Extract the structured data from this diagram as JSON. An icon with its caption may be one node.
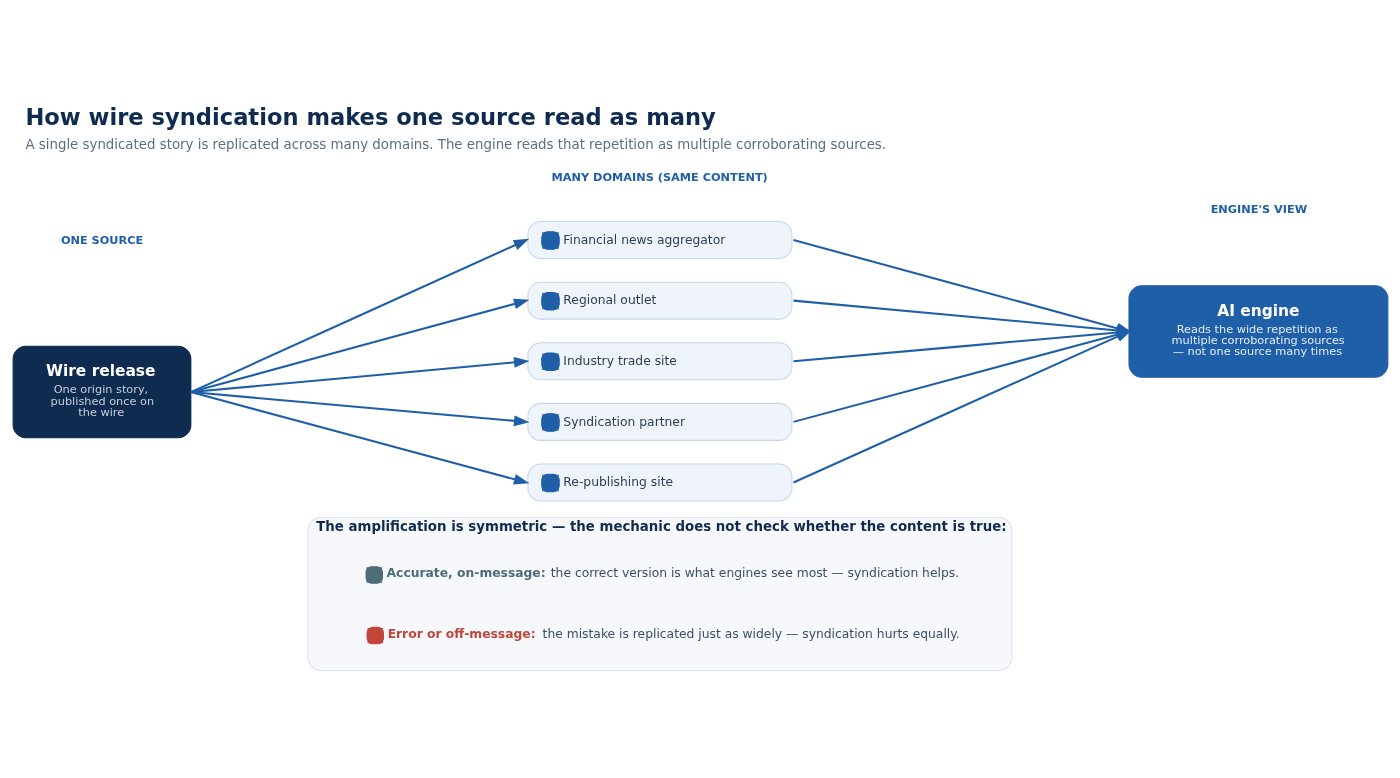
{
  "diagram": {
    "title": "How wire syndication makes one source read as many",
    "caption": "A single syndicated story is replicated across many domains. The engine reads that repetition as multiple corroborating sources.",
    "nodes": [
      {
        "text": [
          "Wire release",
          "One origin story, published once on the wire"
        ]
      },
      {
        "text": [
          "Financial news aggregator"
        ]
      },
      {
        "text": [
          "Regional outlet"
        ]
      },
      {
        "text": [
          "Industry trade site"
        ]
      },
      {
        "text": [
          "Syndication partner"
        ]
      },
      {
        "text": [
          "Re-publishing site"
        ]
      },
      {
        "text": [
          "AI engine",
          "Reads the wide repetition as multiple corroborating sources — not one source many times"
        ]
      },
      {
        "text": [
          "The amplification is symmetric — the mechanic does not check whether the content is true:"
        ]
      }
    ],
    "edges": [
      {
        "from": 0,
        "to": 1,
        "arrow": "to"
      },
      {
        "from": 0,
        "to": 2,
        "arrow": "to"
      },
      {
        "from": 0,
        "to": 3,
        "arrow": "to"
      },
      {
        "from": 0,
        "to": 4,
        "arrow": "to"
      },
      {
        "from": 0,
        "to": 5,
        "arrow": "to"
      },
      {
        "from": 1,
        "to": 6,
        "arrow": "to"
      },
      {
        "from": 2,
        "to": 6,
        "arrow": "to"
      },
      {
        "from": 3,
        "to": 6,
        "arrow": "to"
      },
      {
        "from": 4,
        "to": 6,
        "arrow": "to"
      },
      {
        "from": 5,
        "to": 6,
        "arrow": "to"
      }
    ],
    "labels": [
      "ONE SOURCE",
      "MANY DOMAINS (SAME CONTENT)",
      "ENGINE'S VIEW"
    ],
    "legend": [
      {
        "text": "**Accurate, on-message:** the correct version is what engines see most — syndication helps.",
        "color": "#4e6b78"
      },
      {
        "text": "**Error or off-message:** the mistake is replicated just as widely — syndication hurts equally.",
        "color": "#c0463a"
      }
    ]
  }
}
